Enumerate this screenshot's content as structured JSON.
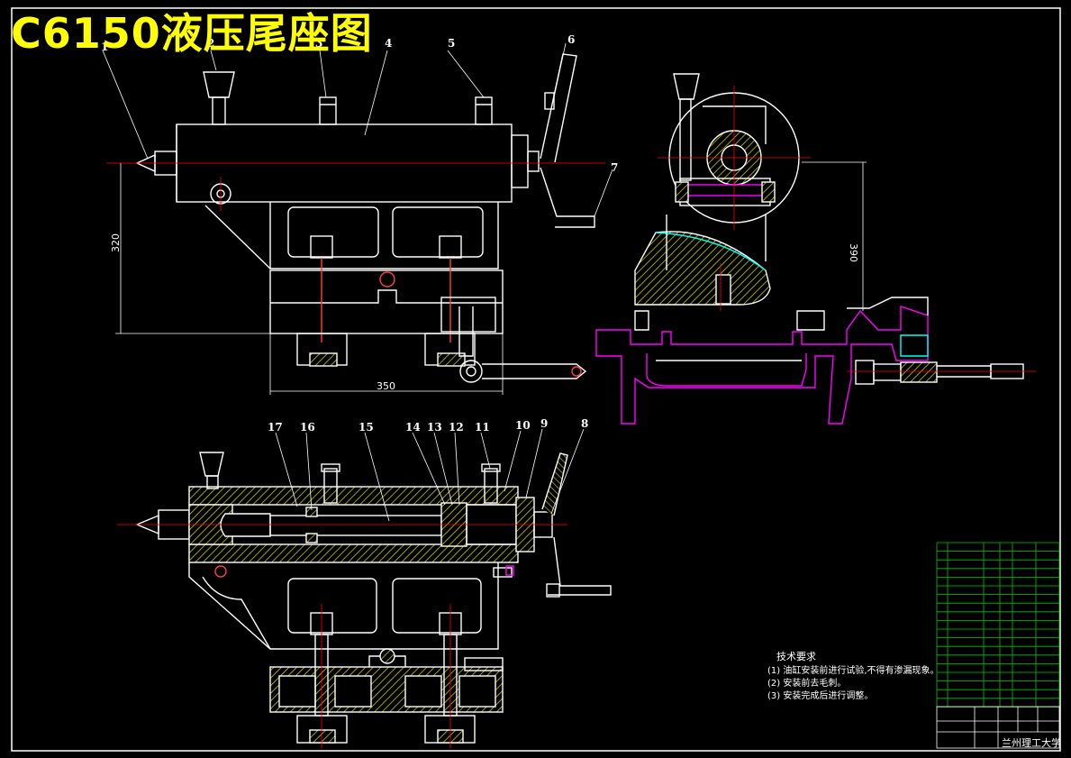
{
  "title": "C6150液压尾座图",
  "part_numbers": [
    "1",
    "2",
    "3",
    "4",
    "5",
    "6",
    "7",
    "8",
    "9",
    "10",
    "11",
    "12",
    "13",
    "14",
    "15",
    "16",
    "17"
  ],
  "dimensions": {
    "height_front": "320",
    "width_front": "350",
    "height_side": "390"
  },
  "tech_requirements": {
    "heading": "技术要求",
    "items": [
      "(1) 油缸安装前进行试验,不得有渗漏现象。",
      "(2) 安装前去毛刺。",
      "(3) 安装完成后进行调整。"
    ]
  },
  "title_block": {
    "university": "兰州理工大学"
  },
  "colors": {
    "background": "#000000",
    "outline": "#ffffff",
    "centerline": "#ff0000",
    "title": "#ffff00",
    "hatch": "#c8c800",
    "base": "#ff00ff",
    "arc": "#00ffff",
    "table": "#00c800"
  }
}
